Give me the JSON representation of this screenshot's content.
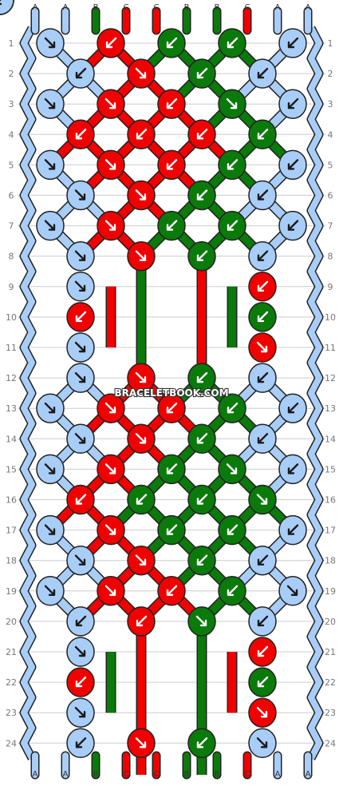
{
  "watermark": "BRACELETBOOK.COM",
  "strand_labels_top": [
    "A",
    "A",
    "B",
    "C",
    "C",
    "B",
    "B",
    "C",
    "A",
    "A"
  ],
  "strand_labels_bottom": [
    "A",
    "A",
    "B",
    "C",
    "C",
    "B",
    "B",
    "C",
    "A",
    "A"
  ],
  "row_numbers": [
    "1",
    "2",
    "3",
    "4",
    "5",
    "6",
    "7",
    "8",
    "9",
    "10",
    "11",
    "12",
    "13",
    "14",
    "15",
    "16",
    "17",
    "18",
    "19",
    "20",
    "21",
    "22",
    "23",
    "24"
  ],
  "colors": {
    "A": "#a8cdf7",
    "B": "#0a7a0a",
    "C": "#f20000",
    "outline": "#222222",
    "grid": "#cccccc",
    "arrow": "#ffffff",
    "arrow_on_light": "#1a1a1a"
  },
  "knot_rows": [
    [
      [
        "A",
        "dr"
      ],
      [
        "C",
        "dl"
      ],
      [
        "B",
        "dl"
      ],
      [
        "B",
        "dl"
      ],
      [
        "A",
        "dl"
      ]
    ],
    [
      [
        "A",
        "dl"
      ],
      [
        "C",
        "dr"
      ],
      [
        "B",
        "dl"
      ],
      [
        "A",
        "dl"
      ]
    ],
    [
      [
        "A",
        "dr"
      ],
      [
        "C",
        "dr"
      ],
      [
        "C",
        "dl"
      ],
      [
        "B",
        "dr"
      ],
      [
        "A",
        "dl"
      ]
    ],
    [
      [
        "C",
        "dl"
      ],
      [
        "C",
        "dl"
      ],
      [
        "C",
        "dl"
      ],
      [
        "B",
        "dl"
      ]
    ],
    [
      [
        "A",
        "dr"
      ],
      [
        "C",
        "dr"
      ],
      [
        "C",
        "dl"
      ],
      [
        "B",
        "dl"
      ],
      [
        "A",
        "dl"
      ]
    ],
    [
      [
        "A",
        "dr"
      ],
      [
        "C",
        "dr"
      ],
      [
        "B",
        "dl"
      ],
      [
        "A",
        "dl"
      ]
    ],
    [
      [
        "A",
        "dr"
      ],
      [
        "C",
        "dr"
      ],
      [
        "B",
        "dl"
      ],
      [
        "B",
        "dl"
      ],
      [
        "A",
        "dl"
      ]
    ],
    [
      [
        "A",
        "dr"
      ],
      [
        "C",
        "dr"
      ],
      [
        "B",
        "dl"
      ],
      [
        "A",
        "dl"
      ]
    ],
    [
      [
        "A",
        "dr"
      ],
      [
        "C",
        "dl"
      ],
      [
        "B",
        "dr"
      ],
      [
        "A",
        "dl"
      ]
    ],
    [
      [
        "C",
        "dl"
      ],
      [
        "B",
        "dl"
      ]
    ],
    [
      [
        "A",
        "dr"
      ],
      [
        "C",
        "dr"
      ],
      [
        "B",
        "dl"
      ],
      [
        "A",
        "dl"
      ]
    ],
    [
      [
        "A",
        "dr"
      ],
      [
        "C",
        "dr"
      ],
      [
        "B",
        "dl"
      ],
      [
        "A",
        "dl"
      ]
    ],
    [
      [
        "A",
        "dr"
      ],
      [
        "C",
        "dr"
      ],
      [
        "C",
        "dl"
      ],
      [
        "B",
        "dl"
      ],
      [
        "A",
        "dl"
      ]
    ],
    [
      [
        "A",
        "dr"
      ],
      [
        "C",
        "dr"
      ],
      [
        "B",
        "dl"
      ],
      [
        "A",
        "dl"
      ]
    ],
    [
      [
        "A",
        "dr"
      ],
      [
        "C",
        "dr"
      ],
      [
        "B",
        "dl"
      ],
      [
        "B",
        "dr"
      ],
      [
        "A",
        "dl"
      ]
    ],
    [
      [
        "C",
        "dl"
      ],
      [
        "B",
        "dl"
      ],
      [
        "B",
        "dl"
      ],
      [
        "B",
        "dr"
      ]
    ],
    [
      [
        "A",
        "dr"
      ],
      [
        "C",
        "dr"
      ],
      [
        "B",
        "dl"
      ],
      [
        "B",
        "dl"
      ],
      [
        "A",
        "dl"
      ]
    ],
    [
      [
        "A",
        "dr"
      ],
      [
        "C",
        "dr"
      ],
      [
        "B",
        "dl"
      ],
      [
        "A",
        "dl"
      ]
    ],
    [
      [
        "A",
        "dr"
      ],
      [
        "C",
        "dr"
      ],
      [
        "C",
        "dl"
      ],
      [
        "B",
        "dl"
      ],
      [
        "A",
        "dr"
      ]
    ],
    [
      [
        "A",
        "dl"
      ],
      [
        "C",
        "dl"
      ],
      [
        "B",
        "dr"
      ],
      [
        "A",
        "dl"
      ]
    ],
    [
      [
        "A",
        "dr"
      ],
      [
        "C",
        "dl"
      ],
      [
        "B",
        "dr"
      ],
      [
        "A",
        "dl"
      ]
    ],
    [
      [
        "C",
        "dl"
      ],
      [
        "B",
        "dl"
      ]
    ],
    [
      [
        "A",
        "dr"
      ],
      [
        "C",
        "dr"
      ],
      [
        "B",
        "dl"
      ],
      [
        "A",
        "dl"
      ]
    ],
    [
      [
        "A",
        "dl"
      ],
      [
        "C",
        "dr"
      ],
      [
        "B",
        "dl"
      ],
      [
        "A",
        "dr"
      ]
    ]
  ]
}
